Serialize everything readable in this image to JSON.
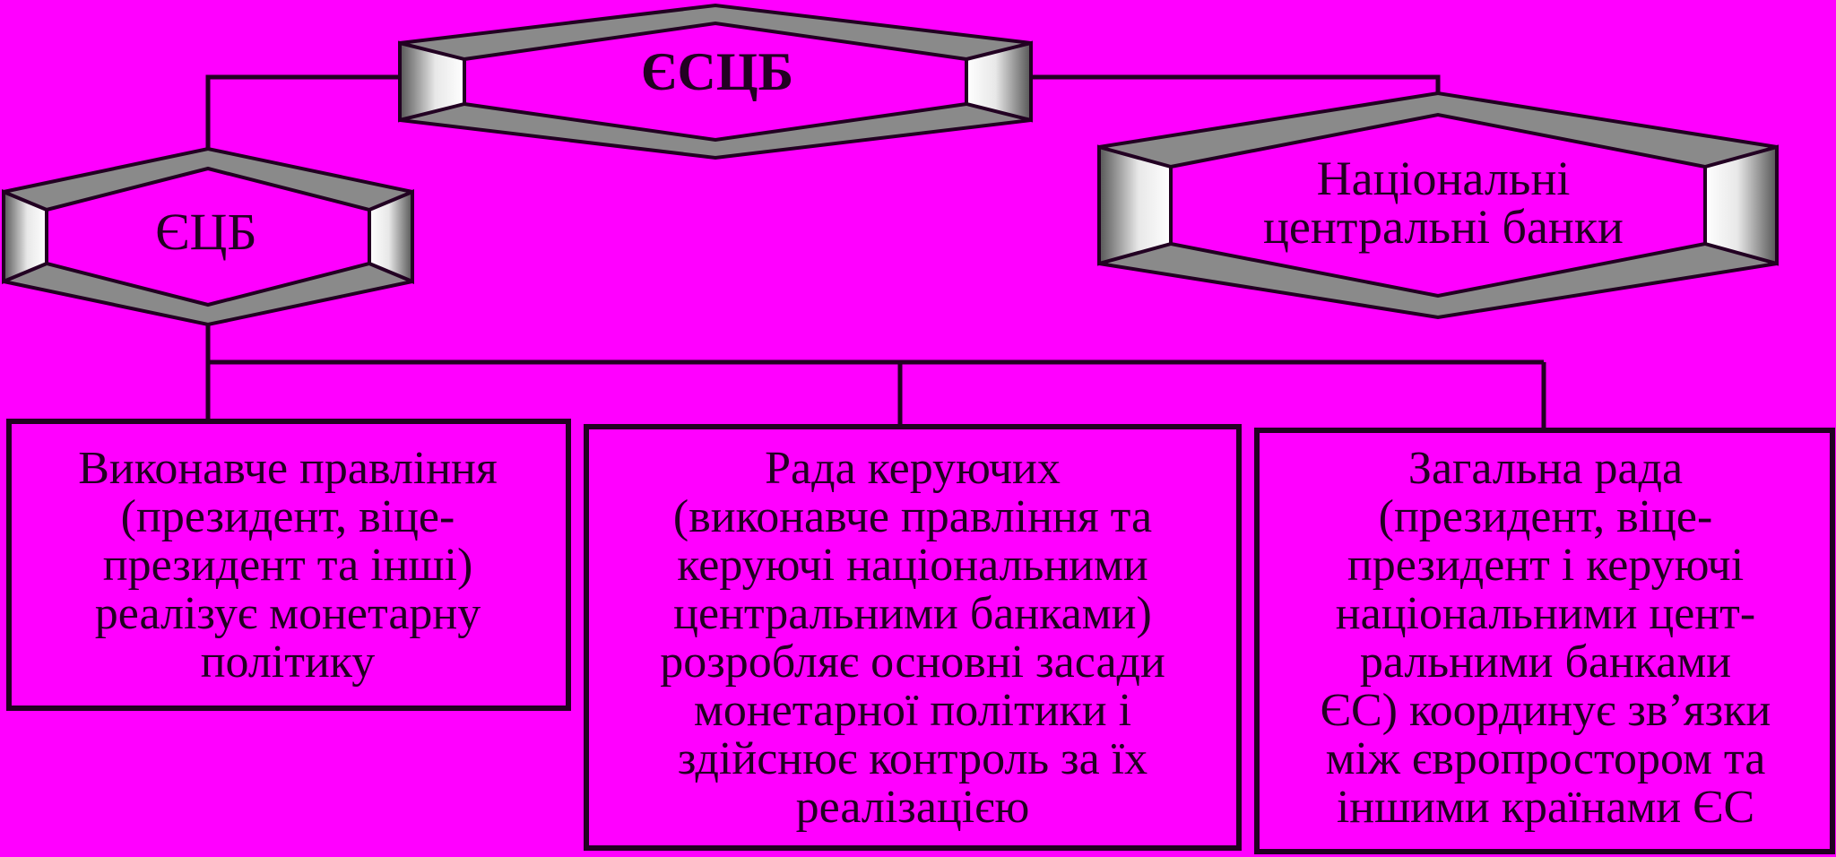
{
  "nodes": {
    "escb": {
      "label": "ЄСЦБ"
    },
    "ecb": {
      "label": "ЄЦБ"
    },
    "ncb": {
      "lines": [
        "Національні",
        "центральні банки"
      ]
    }
  },
  "boxes": [
    {
      "lines": [
        "Виконавче правління",
        "(президент, віце-",
        "президент та інші)",
        "реалізує монетарну",
        "політику"
      ]
    },
    {
      "lines": [
        "Рада керуючих",
        "(виконавче правління та",
        "керуючі національними",
        "центральними банками)",
        "розробляє основні засади",
        "монетарної політики і",
        "здійснює контроль за їх",
        "реалізацією"
      ]
    },
    {
      "lines": [
        "Загальна рада",
        "(президент, віце-",
        "президент і керуючі",
        "національними цент-",
        "ральними банками",
        "ЄС) координує зв’язки",
        "між європростором та",
        "іншими країнами ЄС"
      ]
    }
  ],
  "colors": {
    "background": "#ff00ff",
    "stroke": "#220022",
    "bevel": "#8a8a8a"
  }
}
